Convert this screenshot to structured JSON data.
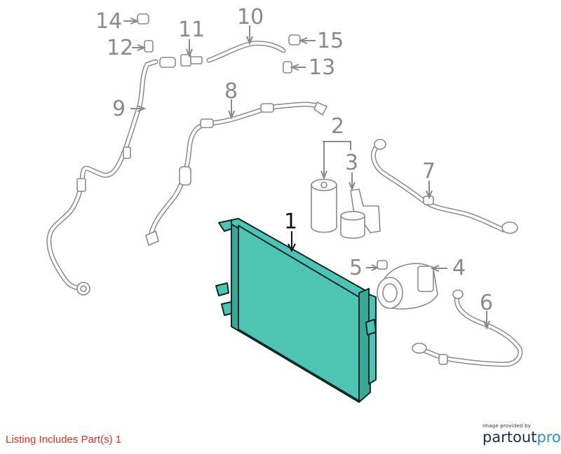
{
  "diagram": {
    "callouts": [
      {
        "id": "1",
        "label": "1",
        "highlighted": true
      },
      {
        "id": "2",
        "label": "2",
        "highlighted": false
      },
      {
        "id": "3",
        "label": "3",
        "highlighted": false
      },
      {
        "id": "4",
        "label": "4",
        "highlighted": false
      },
      {
        "id": "5",
        "label": "5",
        "highlighted": false
      },
      {
        "id": "6",
        "label": "6",
        "highlighted": false
      },
      {
        "id": "7",
        "label": "7",
        "highlighted": false
      },
      {
        "id": "8",
        "label": "8",
        "highlighted": false
      },
      {
        "id": "9",
        "label": "9",
        "highlighted": false
      },
      {
        "id": "10",
        "label": "10",
        "highlighted": false
      },
      {
        "id": "11",
        "label": "11",
        "highlighted": false
      },
      {
        "id": "12",
        "label": "12",
        "highlighted": false
      },
      {
        "id": "13",
        "label": "13",
        "highlighted": false
      },
      {
        "id": "14",
        "label": "14",
        "highlighted": false
      },
      {
        "id": "15",
        "label": "15",
        "highlighted": false
      }
    ],
    "highlight_color": "#4dc4b4",
    "line_color": "#8a8a8a"
  },
  "footer": {
    "listing_note": "Listing Includes Part(s) 1",
    "note_color": "#e0301e"
  },
  "branding": {
    "caption": "Image provided by",
    "name_part1": "partout",
    "name_part2": "pro",
    "accent_color": "#2a8fd6"
  }
}
